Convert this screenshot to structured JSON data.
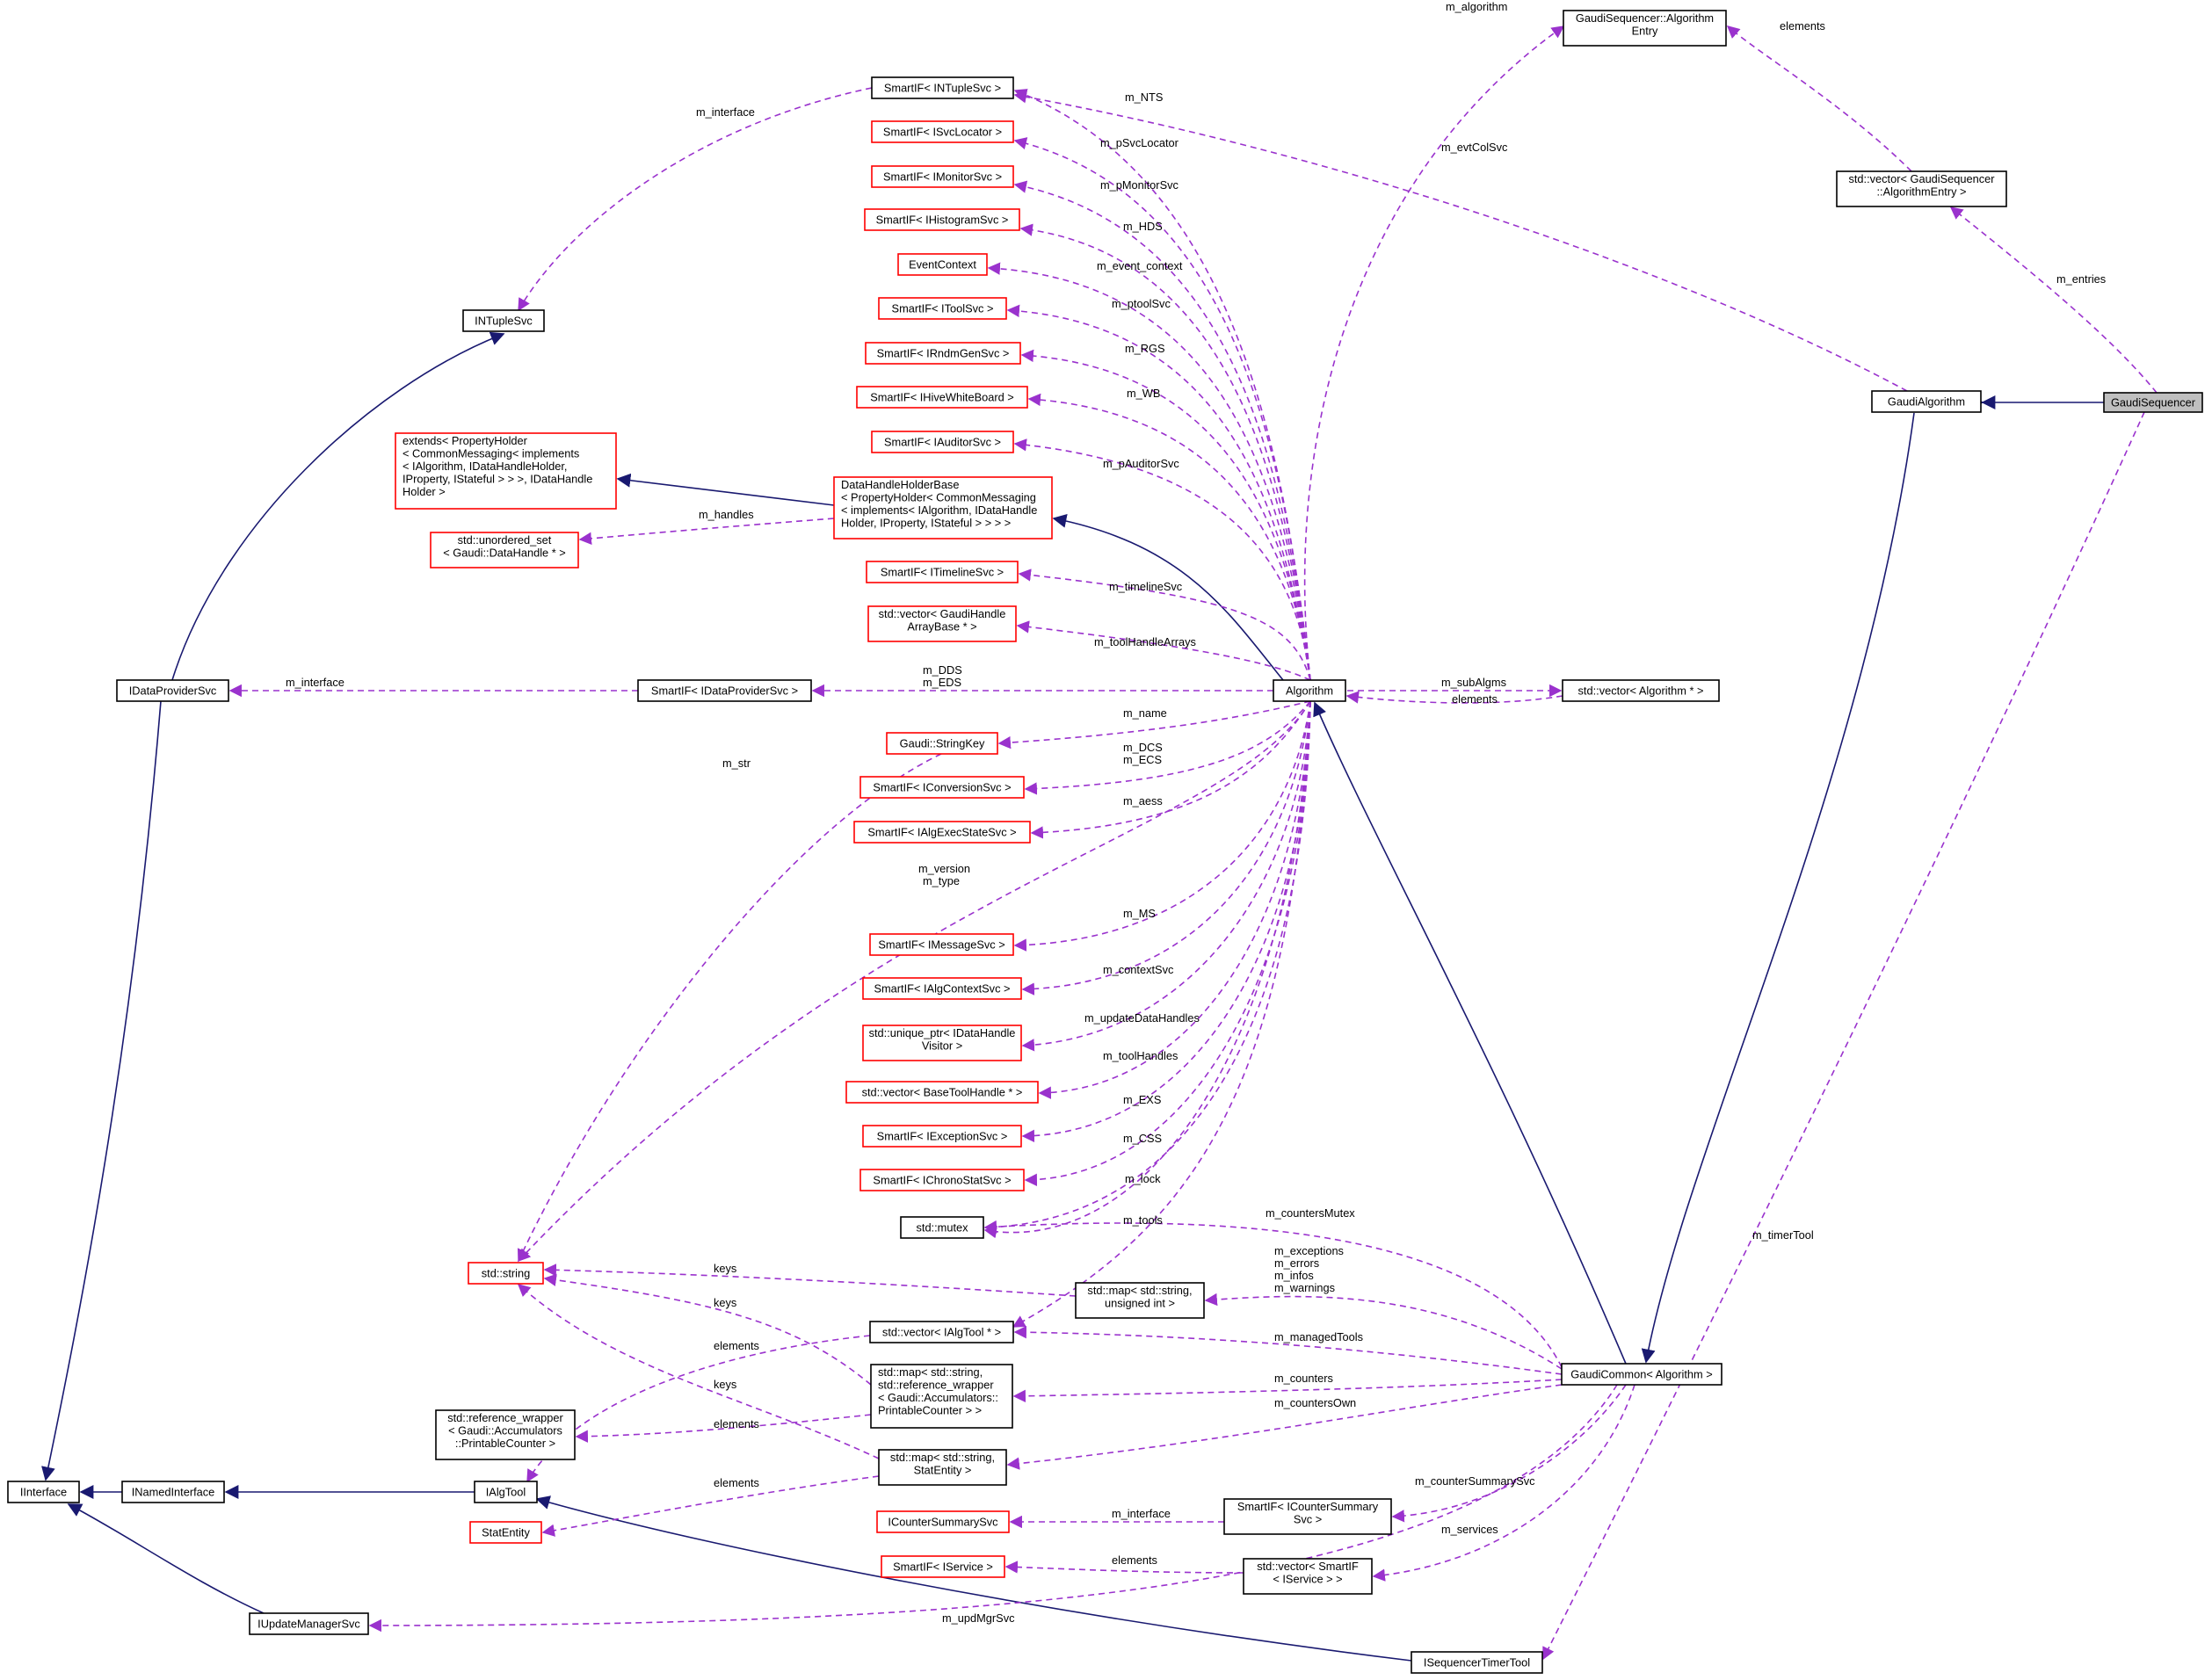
{
  "nodes": {
    "algorithm_entry": [
      "GaudiSequencer::Algorithm",
      "Entry"
    ],
    "vector_algentry": [
      "std::vector< GaudiSequencer",
      "::AlgorithmEntry >"
    ],
    "gaudi_sequencer": [
      "GaudiSequencer"
    ],
    "gaudi_algorithm": [
      "GaudiAlgorithm"
    ],
    "smartif_ntuplesvc": [
      "SmartIF< INTupleSvc >"
    ],
    "smartif_svclocator": [
      "SmartIF< ISvcLocator >"
    ],
    "smartif_monitorsvc": [
      "SmartIF< IMonitorSvc >"
    ],
    "smartif_histogramsvc": [
      "SmartIF< IHistogramSvc >"
    ],
    "event_context": [
      "EventContext"
    ],
    "smartif_toolsvc": [
      "SmartIF< IToolSvc >"
    ],
    "smartif_rndmgensvc": [
      "SmartIF< IRndmGenSvc >"
    ],
    "smartif_hivewhiteboard": [
      "SmartIF< IHiveWhiteBoard >"
    ],
    "smartif_auditorsvc": [
      "SmartIF< IAuditorSvc >"
    ],
    "intuplesvc": [
      "INTupleSvc"
    ],
    "extends_holder": [
      "extends< PropertyHolder",
      "< CommonMessaging< implements",
      "< IAlgorithm, IDataHandleHolder,",
      " IProperty, IStateful > > >, IDataHandle",
      "Holder >"
    ],
    "datahandle_holder_base": [
      "DataHandleHolderBase",
      "< PropertyHolder< CommonMessaging",
      "< implements< IAlgorithm, IDataHandle",
      "Holder, IProperty, IStateful > > > >"
    ],
    "unordered_set_datahandle": [
      "std::unordered_set",
      "< Gaudi::DataHandle * >"
    ],
    "smartif_timelinesvc": [
      "SmartIF< ITimelineSvc >"
    ],
    "vector_gaudihandle_array": [
      "std::vector< GaudiHandle",
      "ArrayBase * >"
    ],
    "idataprovidersvc": [
      "IDataProviderSvc"
    ],
    "smartif_dataprovidersvc": [
      "SmartIF< IDataProviderSvc >"
    ],
    "algorithm": [
      "Algorithm"
    ],
    "vector_algorithm_ptr": [
      "std::vector< Algorithm * >"
    ],
    "gaudi_stringkey": [
      "Gaudi::StringKey"
    ],
    "smartif_conversionsvc": [
      "SmartIF< IConversionSvc >"
    ],
    "smartif_algexecstatesvc": [
      "SmartIF< IAlgExecStateSvc >"
    ],
    "smartif_messagesvc": [
      "SmartIF< IMessageSvc >"
    ],
    "smartif_algcontextsvc": [
      "SmartIF< IAlgContextSvc >"
    ],
    "unique_ptr_visitor": [
      "std::unique_ptr< IDataHandle",
      "Visitor >"
    ],
    "vector_basetoolhandle": [
      "std::vector< BaseToolHandle * >"
    ],
    "smartif_exceptionsvc": [
      "SmartIF< IExceptionSvc >"
    ],
    "smartif_chronostatsvc": [
      "SmartIF< IChronoStatSvc >"
    ],
    "std_mutex": [
      "std::mutex"
    ],
    "std_string": [
      "std::string"
    ],
    "map_string_uint": [
      "std::map< std::string,",
      " unsigned int >"
    ],
    "vector_ialgtool": [
      "std::vector< IAlgTool * >"
    ],
    "map_refwrapper": [
      "std::map< std::string,",
      " std::reference_wrapper",
      "< Gaudi::Accumulators::",
      "PrintableCounter > >"
    ],
    "refwrapper_counter": [
      "std::reference_wrapper",
      "< Gaudi::Accumulators",
      "::PrintableCounter >"
    ],
    "map_statentity": [
      "std::map< std::string,",
      " StatEntity >"
    ],
    "gaudi_common": [
      "GaudiCommon< Algorithm >"
    ],
    "iinterface": [
      "IInterface"
    ],
    "inamedinterface": [
      "INamedInterface"
    ],
    "ialgtool": [
      "IAlgTool"
    ],
    "statentity": [
      "StatEntity"
    ],
    "icountersummarysvc": [
      "ICounterSummarySvc"
    ],
    "smartif_countersummary": [
      "SmartIF< ICounterSummary",
      "Svc >"
    ],
    "smartif_iservice": [
      "SmartIF< IService >"
    ],
    "vector_smartif_iservice": [
      "std::vector< SmartIF",
      "< IService > >"
    ],
    "iupdatemanagersvc": [
      "IUpdateManagerSvc"
    ],
    "isequencertimertool": [
      "ISequencerTimerTool"
    ]
  },
  "edge_labels": {
    "m_algorithm": "m_algorithm",
    "elements_entry": "elements",
    "m_interface_ntuple": "m_interface",
    "m_NTS": "m_NTS",
    "m_evtColSvc": "m_evtColSvc",
    "m_entries": "m_entries",
    "m_pSvcLocator": "m_pSvcLocator",
    "m_pMonitorSvc": "m_pMonitorSvc",
    "m_HDS": "m_HDS",
    "m_event_context": "m_event_context",
    "m_ptoolSvc": "m_ptoolSvc",
    "m_RGS": "m_RGS",
    "m_WB": "m_WB",
    "m_pAuditorSvc": "m_pAuditorSvc",
    "m_handles": "m_handles",
    "m_timelineSvc": "m_timelineSvc",
    "m_toolHandleArrays": "m_toolHandleArrays",
    "m_interface_dp": "m_interface",
    "m_DDS": "m_DDS",
    "m_EDS": "m_EDS",
    "m_subAlgms": "m_subAlgms",
    "elements_algo": "elements",
    "m_name": "m_name",
    "m_str": "m_str",
    "m_DCS": "m_DCS",
    "m_ECS": "m_ECS",
    "m_aess": "m_aess",
    "m_version": "m_version",
    "m_type": "m_type",
    "m_MS": "m_MS",
    "m_contextSvc": "m_contextSvc",
    "m_updateDataHandles": "m_updateDataHandles",
    "m_toolHandles": "m_toolHandles",
    "m_EXS": "m_EXS",
    "m_CSS": "m_CSS",
    "m_lock": "m_lock",
    "m_tools": "m_tools",
    "m_countersMutex": "m_countersMutex",
    "m_timerTool": "m_timerTool",
    "keys_1": "keys",
    "keys_2": "keys",
    "keys_3": "keys",
    "m_exceptions": "m_exceptions",
    "m_errors": "m_errors",
    "m_infos": "m_infos",
    "m_warnings": "m_warnings",
    "elements_tool": "elements",
    "m_managedTools": "m_managedTools",
    "elements_ref": "elements",
    "m_counters": "m_counters",
    "m_countersOwn": "m_countersOwn",
    "elements_stat": "elements",
    "m_counterSummarySvc": "m_counterSummarySvc",
    "m_interface_cs": "m_interface",
    "m_services": "m_services",
    "elements_svc": "elements",
    "m_updMgrSvc": "m_updMgrSvc"
  },
  "colors": {
    "inheritance": "#191970",
    "usage": "#9a32cd",
    "node_border": "#000000",
    "undocumented_border": "#ff0000",
    "highlight_fill": "#bfbfbf"
  }
}
